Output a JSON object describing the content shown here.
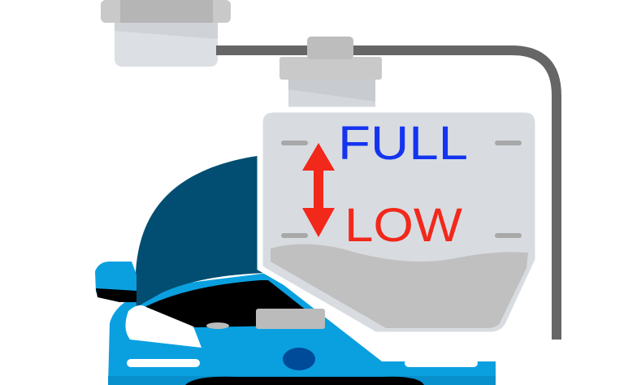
{
  "labels": {
    "full": "FULL",
    "low": "LOW"
  },
  "colors": {
    "full_text": "#1434f0",
    "low_text": "#f2281a",
    "arrow": "#f2281a",
    "car_body": "#0aa0e0",
    "car_hood": "#024e72",
    "reservoir": "#d8dce1",
    "fluid": "#c0c0c0",
    "pipe": "#666666"
  },
  "icons": {
    "level_arrow": "double-headed-vertical-arrow"
  }
}
